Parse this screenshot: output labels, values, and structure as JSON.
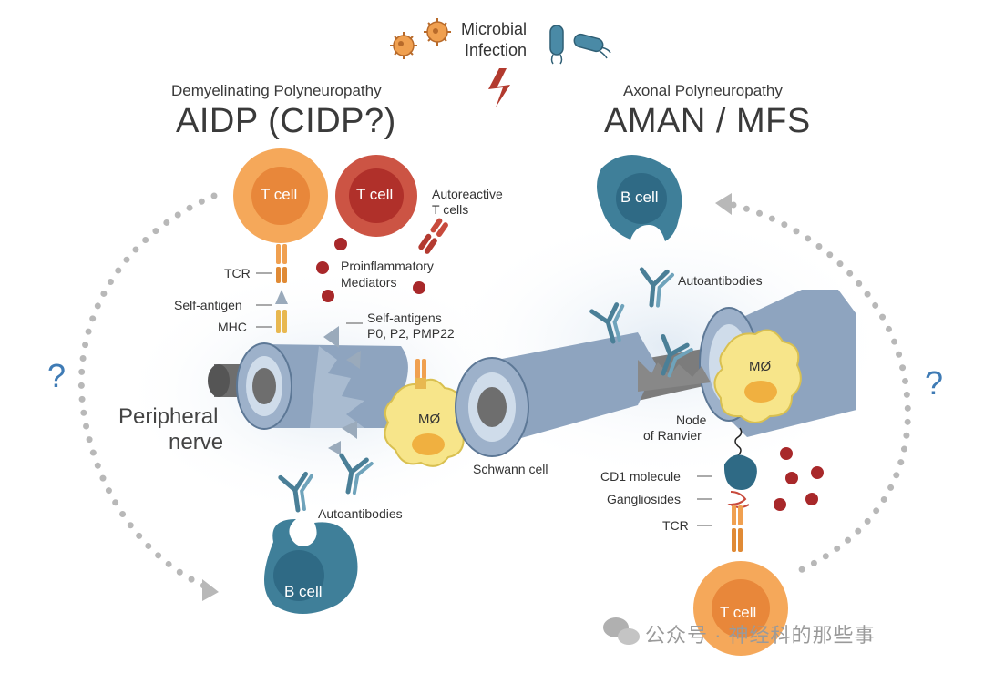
{
  "top": {
    "infection_line1": "Microbial",
    "infection_line2": "Infection"
  },
  "left": {
    "subtitle": "Demyelinating Polyneuropathy",
    "title": "AIDP (CIDP?)",
    "t_cell": "T cell",
    "autoreactive_t_cell": "T cell",
    "autoreactive_label_1": "Autoreactive",
    "autoreactive_label_2": "T cells",
    "proinflammatory_1": "Proinflammatory",
    "proinflammatory_2": "Mediators",
    "tcr": "TCR",
    "self_antigen": "Self-antigen",
    "mhc": "MHC",
    "self_antigens_1": "Self-antigens",
    "self_antigens_2": "P0, P2, PMP22",
    "peripheral_1": "Peripheral",
    "peripheral_2": "nerve",
    "macrophage": "MØ",
    "schwann": "Schwann cell",
    "autoantibodies": "Autoantibodies",
    "b_cell": "B cell",
    "question": "?"
  },
  "right": {
    "subtitle": "Axonal Polyneuropathy",
    "title": "AMAN / MFS",
    "b_cell": "B cell",
    "autoantibodies": "Autoantibodies",
    "macrophage": "MØ",
    "node_1": "Node",
    "node_2": "of Ranvier",
    "cd1": "CD1 molecule",
    "gangliosides": "Gangliosides",
    "tcr": "TCR",
    "t_cell": "T cell",
    "question": "?"
  },
  "watermark": "公众号 · 神经科的那些事",
  "colors": {
    "orange": "#f0a050",
    "orange_core": "#e8873a",
    "red_cell": "#c84a3c",
    "red_core": "#b0302a",
    "teal": "#3f7f99",
    "teal_core": "#2f6a85",
    "nerve": "#8ea4bf",
    "axon": "#6e6e6e",
    "macrophage": "#f7e58a",
    "dots": "#b8b8b8",
    "mediator": "#a8282a",
    "question": "#3f7bb5"
  }
}
